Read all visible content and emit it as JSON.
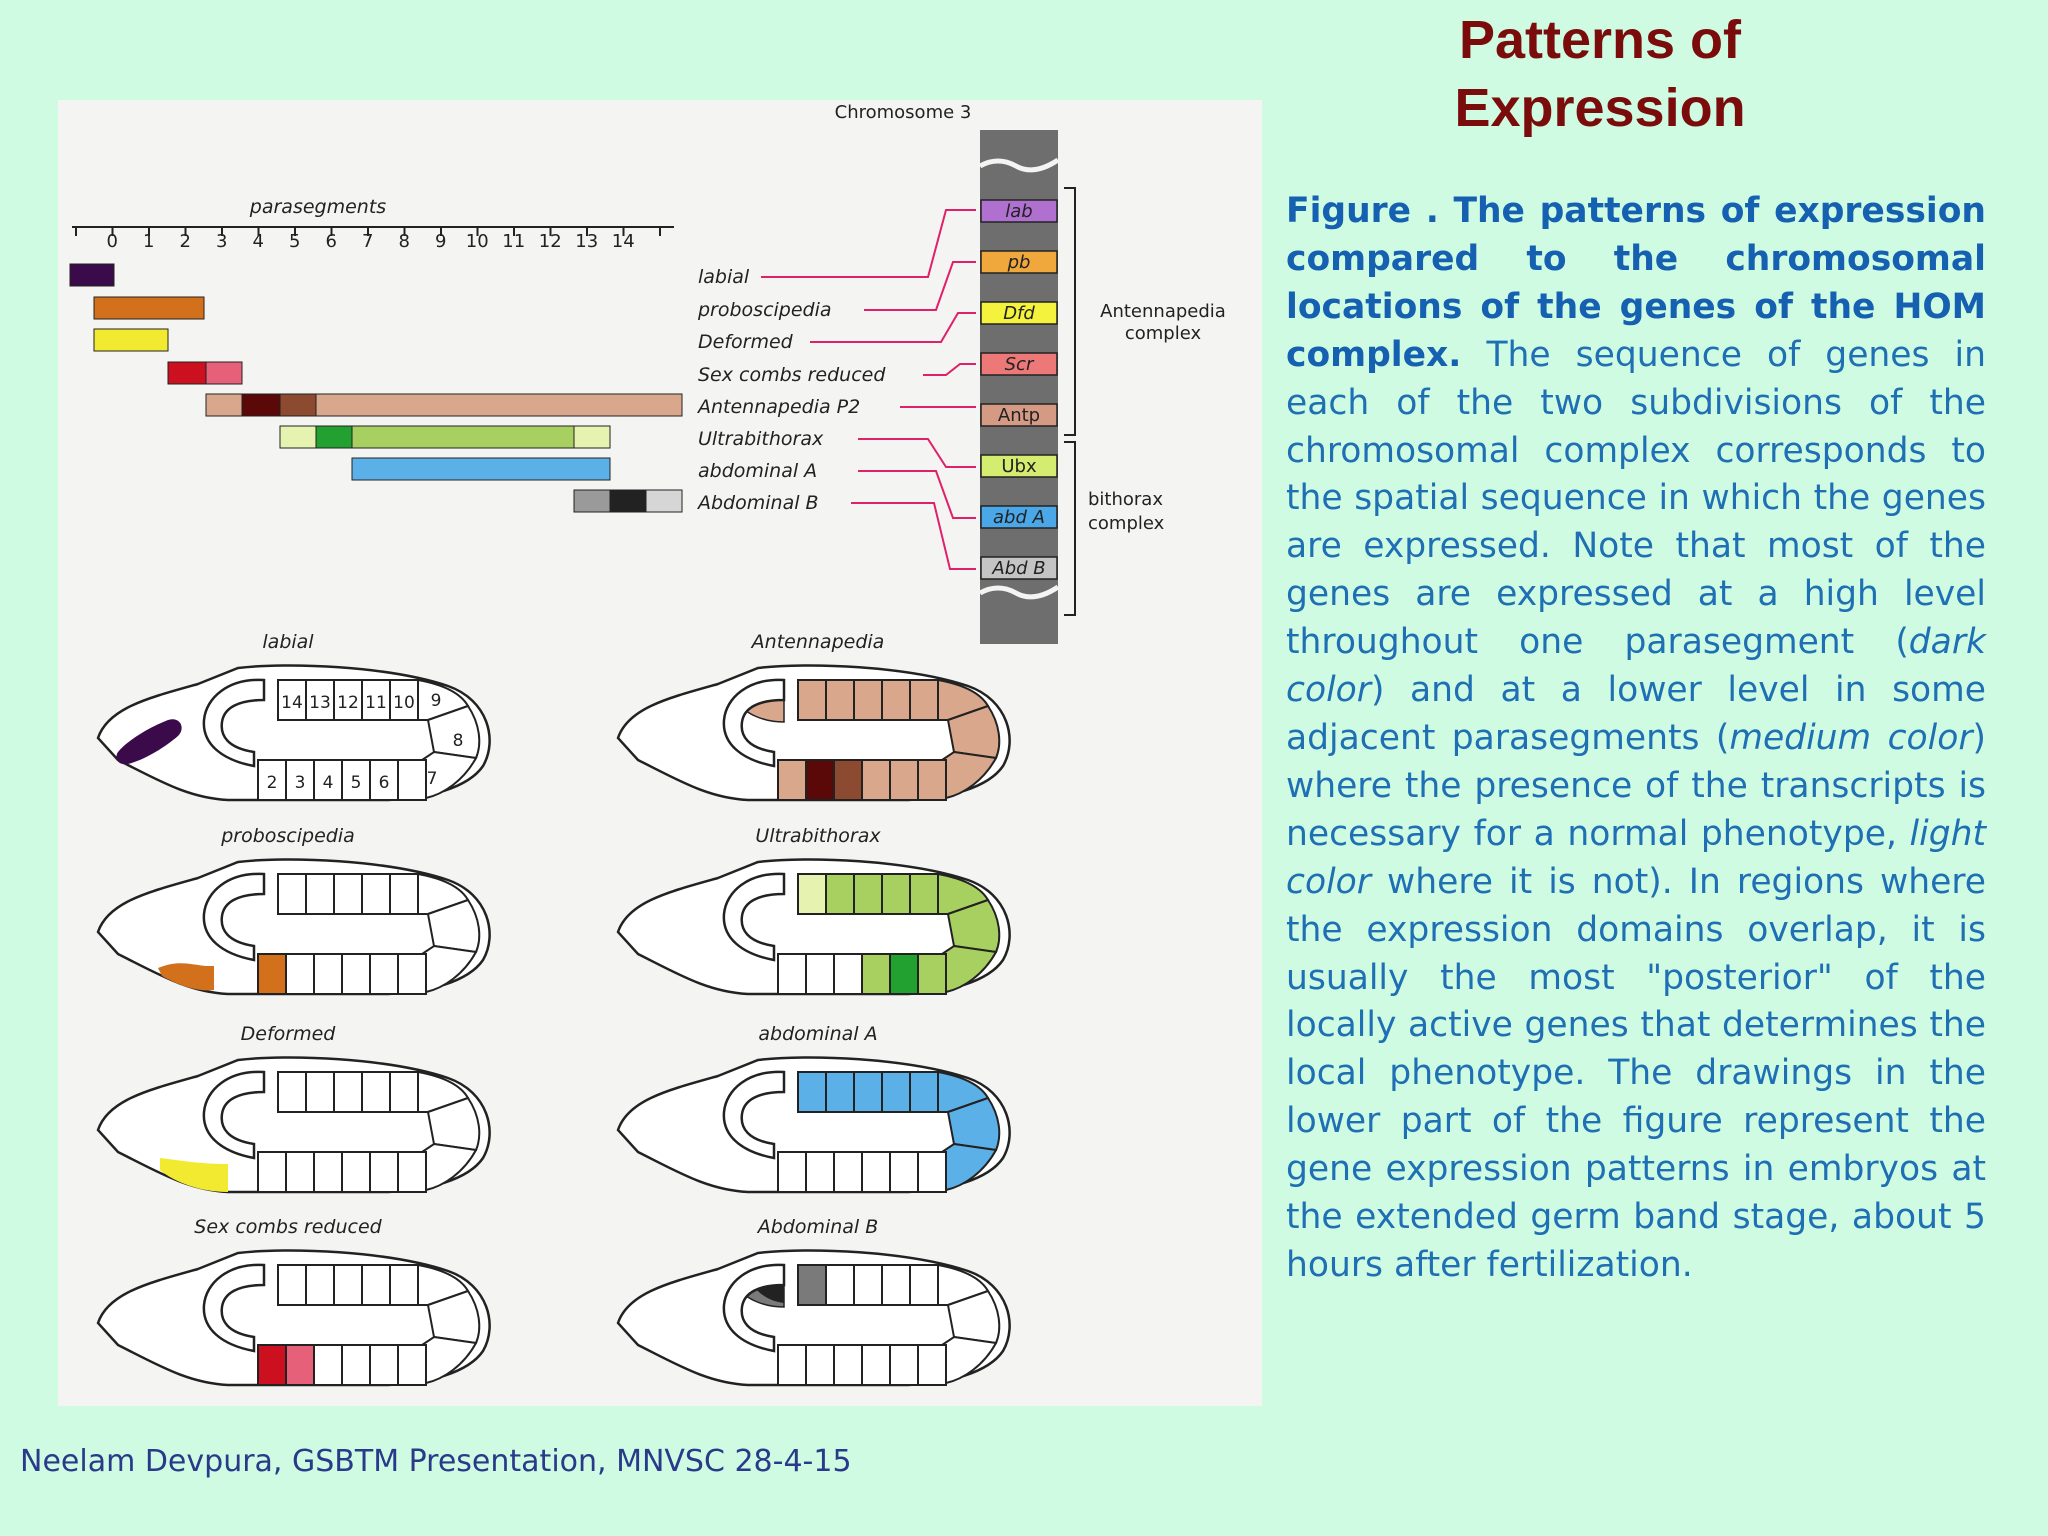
{
  "title": "Patterns of Expression",
  "caption": {
    "bold": "Figure . The patterns of expression compared to the chromosomal locations of the genes of the HOM complex.",
    "t1": " The sequence of genes in each of the two subdivisions of the chromosomal complex corresponds to the spatial sequence in which the genes are expressed. Note that most of the genes are expressed at a high level throughout one parasegment (",
    "i1": "dark color",
    "t2": ") and at a lower level in some adjacent parasegments (",
    "i2": "medium color",
    "t3": ") where the presence of the transcripts is necessary for a normal phenotype, ",
    "i3": "light color",
    "t4": " where it is not). In regions where the expression domains overlap, it is usually the most \"posterior\" of the locally active genes that determines the local phenotype. The drawings in the lower part of the figure represent the gene expression patterns in embryos at the extended germ band stage, about 5 hours after fertilization."
  },
  "footer": "Neelam Devpura, GSBTM Presentation, MNVSC 28-4-15",
  "figure": {
    "chromosome_label": "Chromosome 3",
    "parasegments_label": "parasegments",
    "parasegment_numbers": [
      "0",
      "1",
      "2",
      "3",
      "4",
      "5",
      "6",
      "7",
      "8",
      "9",
      "10",
      "11",
      "12",
      "13",
      "14"
    ],
    "gene_labels": [
      "labial",
      "proboscipedia",
      "Deformed",
      "Sex combs reduced",
      "Antennapedia P2",
      "Ultrabithorax",
      "abdominal A",
      "Abdominal B"
    ],
    "chromosome_genes": [
      "lab",
      "pb",
      "Dfd",
      "Scr",
      "Antp",
      "Ubx",
      "abd A",
      "Abd B"
    ],
    "complex_antennapedia": [
      "Antennapedia",
      "complex"
    ],
    "complex_bithorax": [
      "bithorax",
      "complex"
    ],
    "embryo_titles": [
      "labial",
      "proboscipedia",
      "Deformed",
      "Sex combs reduced",
      "Antennapedia",
      "Ultrabithorax",
      "abdominal A",
      "Abdominal B"
    ],
    "embryo_segment_numbers": {
      "top": [
        "14",
        "13",
        "12",
        "11",
        "10",
        "9"
      ],
      "bottom": [
        "2",
        "3",
        "4",
        "5",
        "6",
        "7",
        "8"
      ]
    }
  },
  "colors": {
    "labial": "#3a0a4a",
    "proboscipedia": "#d2701c",
    "deformed": "#f2ea30",
    "scr_dark": "#cc1020",
    "scr_medium": "#e6607a",
    "antp_light": "#d9a88c",
    "antp_medium": "#8c4a30",
    "antp_dark": "#5a0808",
    "ubx_light": "#e6f2b0",
    "ubx_medium": "#a8d060",
    "ubx_dark": "#22a030",
    "abdA": "#5cb0e8",
    "abdB_light": "#bdbdbd",
    "abdB_medium": "#7a7a7a",
    "abdB_dark": "#222222",
    "lab_chrom": "#b070d0",
    "pb_chrom": "#f0a83c",
    "dfd_chrom": "#f4f23c",
    "scr_chrom": "#ec7878",
    "antp_chrom": "#d49a84",
    "ubx_chrom": "#d4ec70",
    "abdA_chrom": "#4aa8e8",
    "abdB_chrom": "#c4c4c4",
    "connector": "#e0206a",
    "title": "#7a0c0c",
    "caption": "#1f6fb5"
  }
}
